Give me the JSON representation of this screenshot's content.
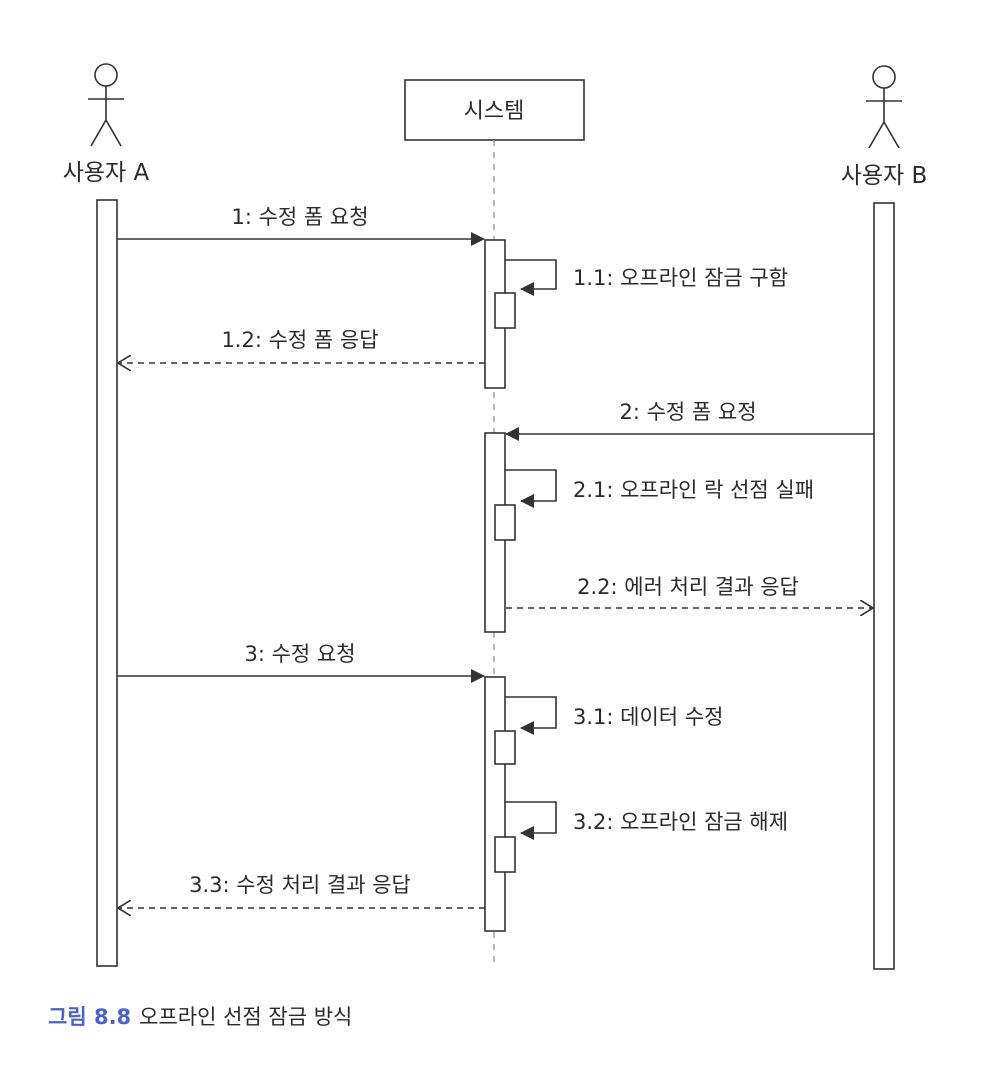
{
  "participants": {
    "actor_a": "사용자 A",
    "system": "시스템",
    "actor_b": "사용자 B"
  },
  "messages": [
    "1: 수정 폼 요청",
    "1.1: 오프라인 잠금 구함",
    "1.2: 수정 폼 응답",
    "2: 수정 폼 요정",
    "2.1: 오프라인 락 선점 실패",
    "2.2: 에러 처리 결과 응답",
    "3: 수정 요청",
    "3.1: 데이터 수정",
    "3.2: 오프라인 잠금 해제",
    "3.3: 수정 처리 결과 응답"
  ],
  "caption": {
    "number": "그림 8.8",
    "title": "오프라인 선점 잠금 방식"
  },
  "colors": {
    "line": "#333333",
    "caption_accent": "#4a63c8"
  }
}
